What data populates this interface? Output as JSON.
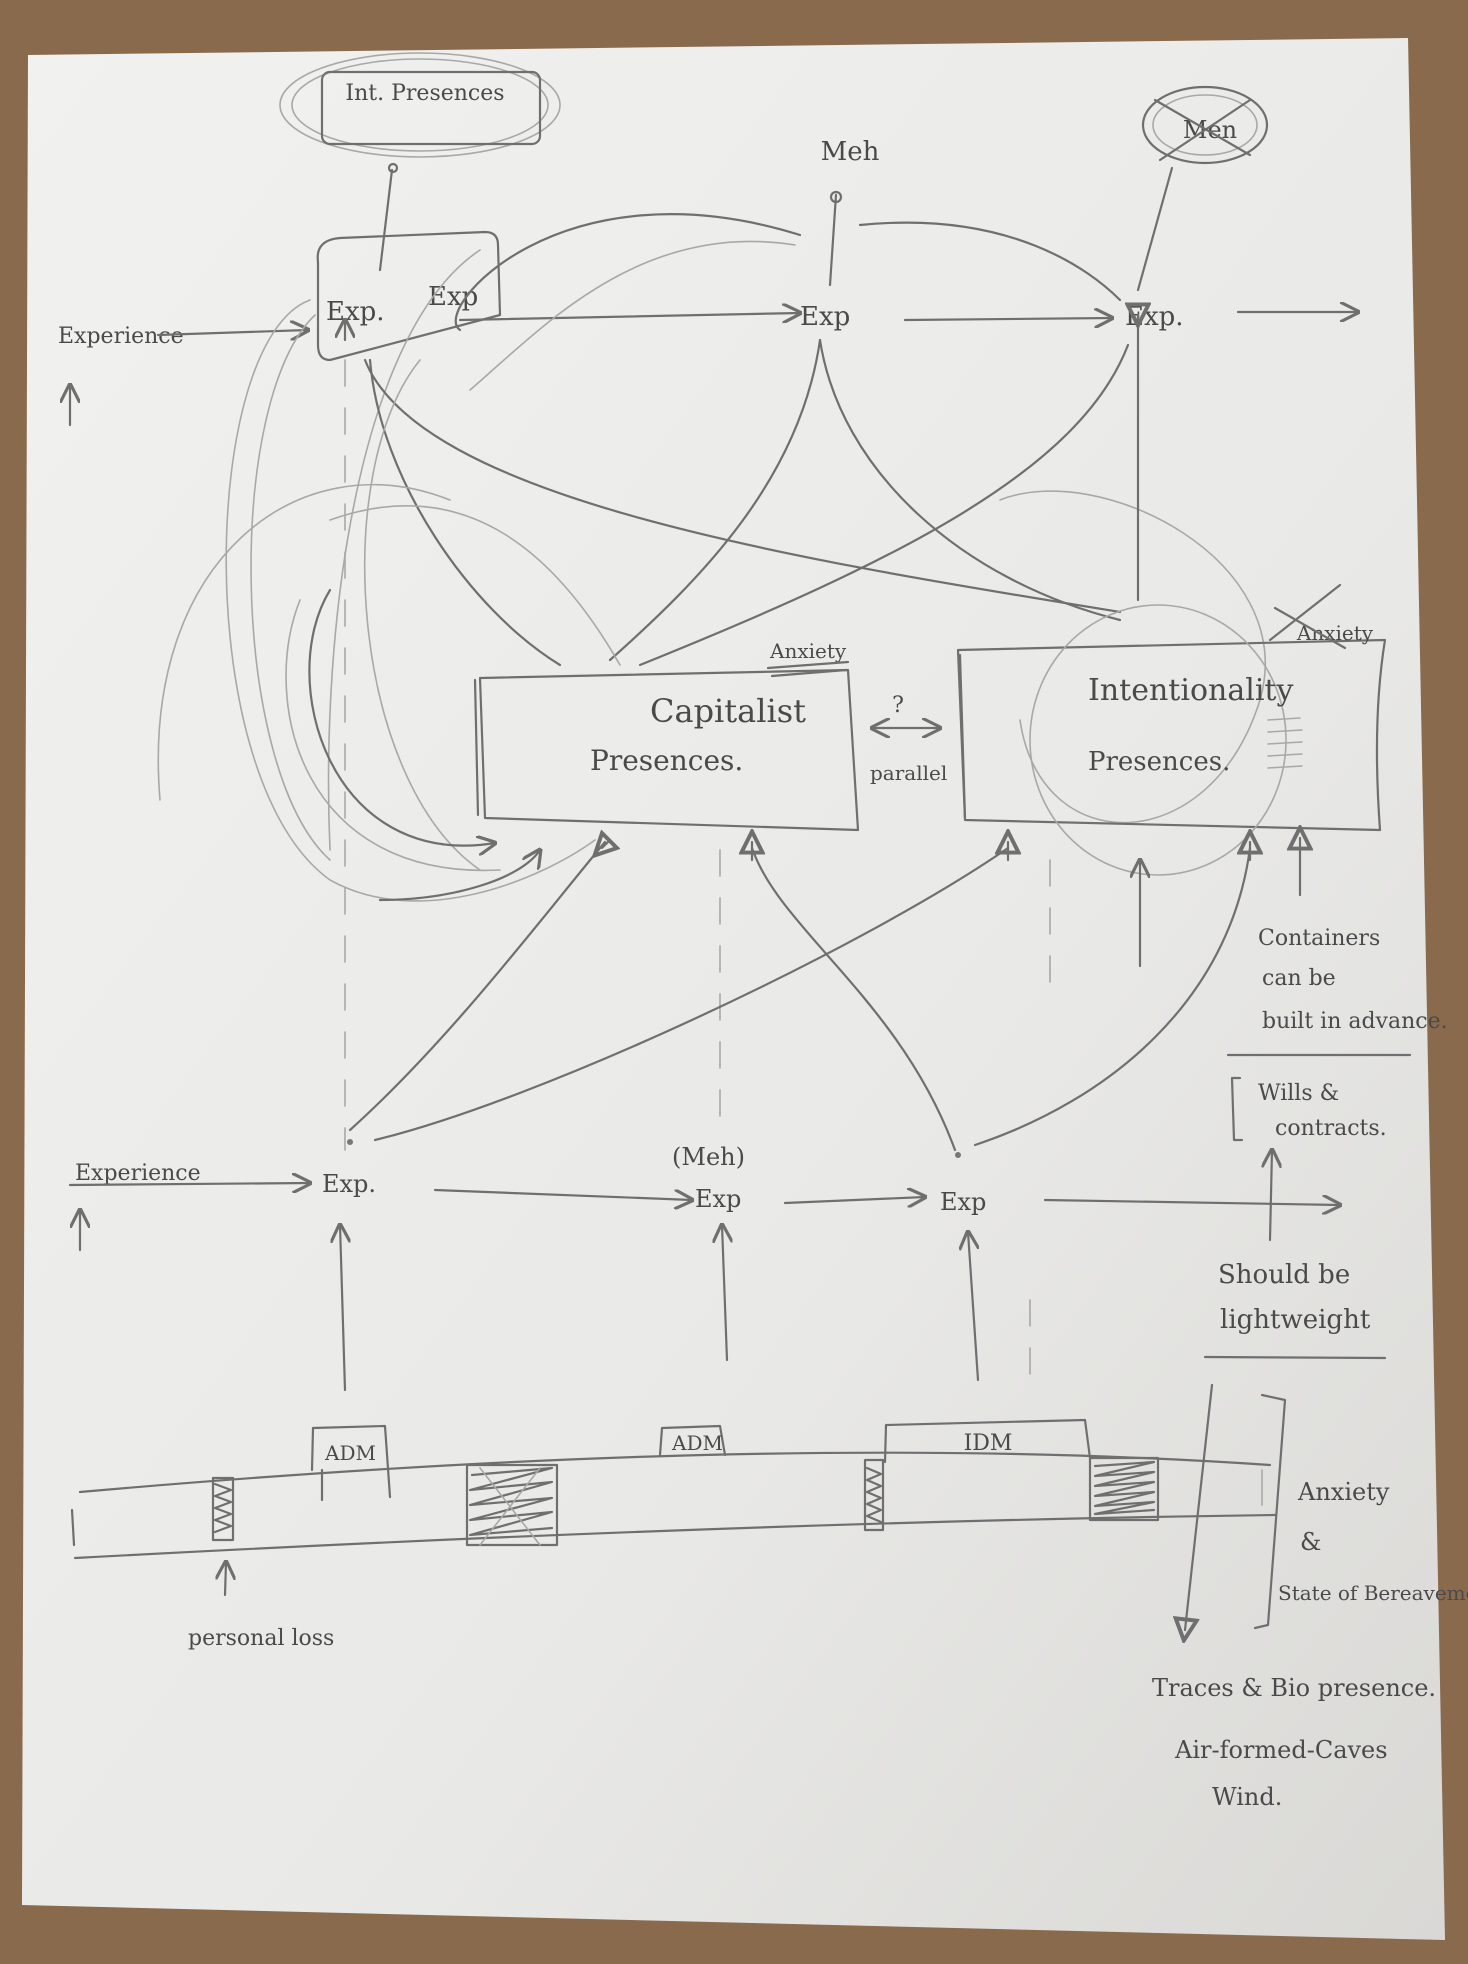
{
  "colors": {
    "desk": "#8a6a4c",
    "paper": "#ebebe9",
    "pencil": "#5a5a5a"
  },
  "labels": {
    "int_presences": "Int. Presences",
    "meh_top": "Meh",
    "men_crossed": "Men",
    "experience_left": "Experience",
    "exp_1": "Exp.",
    "exp_2": "Exp",
    "exp_3": "Exp",
    "exp_4": "Exp.",
    "anxiety_1": "Anxiety",
    "anxiety_crossed": "Anxiety",
    "capitalist": "Capitalist",
    "presences_1": "Presences.",
    "question": "?",
    "parallel": "parallel",
    "intentionality": "Intentionality",
    "presences_2": "Presences.",
    "containers_1": "Containers",
    "containers_2": "can be",
    "containers_3": "built in advance.",
    "wills_1": "Wills &",
    "wills_2": "contracts.",
    "experience_low": "Experience",
    "exp_low_1": "Exp.",
    "meh_low": "(Meh)",
    "exp_low_2": "Exp",
    "exp_low_3": "Exp",
    "lightweight_1": "Should be",
    "lightweight_2": "lightweight",
    "adm_1": "ADM",
    "adm_2": "ADM",
    "idm": "IDM",
    "personal_loss": "personal loss",
    "anxiety_state_1": "Anxiety",
    "anxiety_state_2": "&",
    "anxiety_state_3": "State of Bereavement",
    "traces_1": "Traces & Bio presence.",
    "traces_2": "Air-formed-Caves",
    "traces_3": "Wind."
  }
}
